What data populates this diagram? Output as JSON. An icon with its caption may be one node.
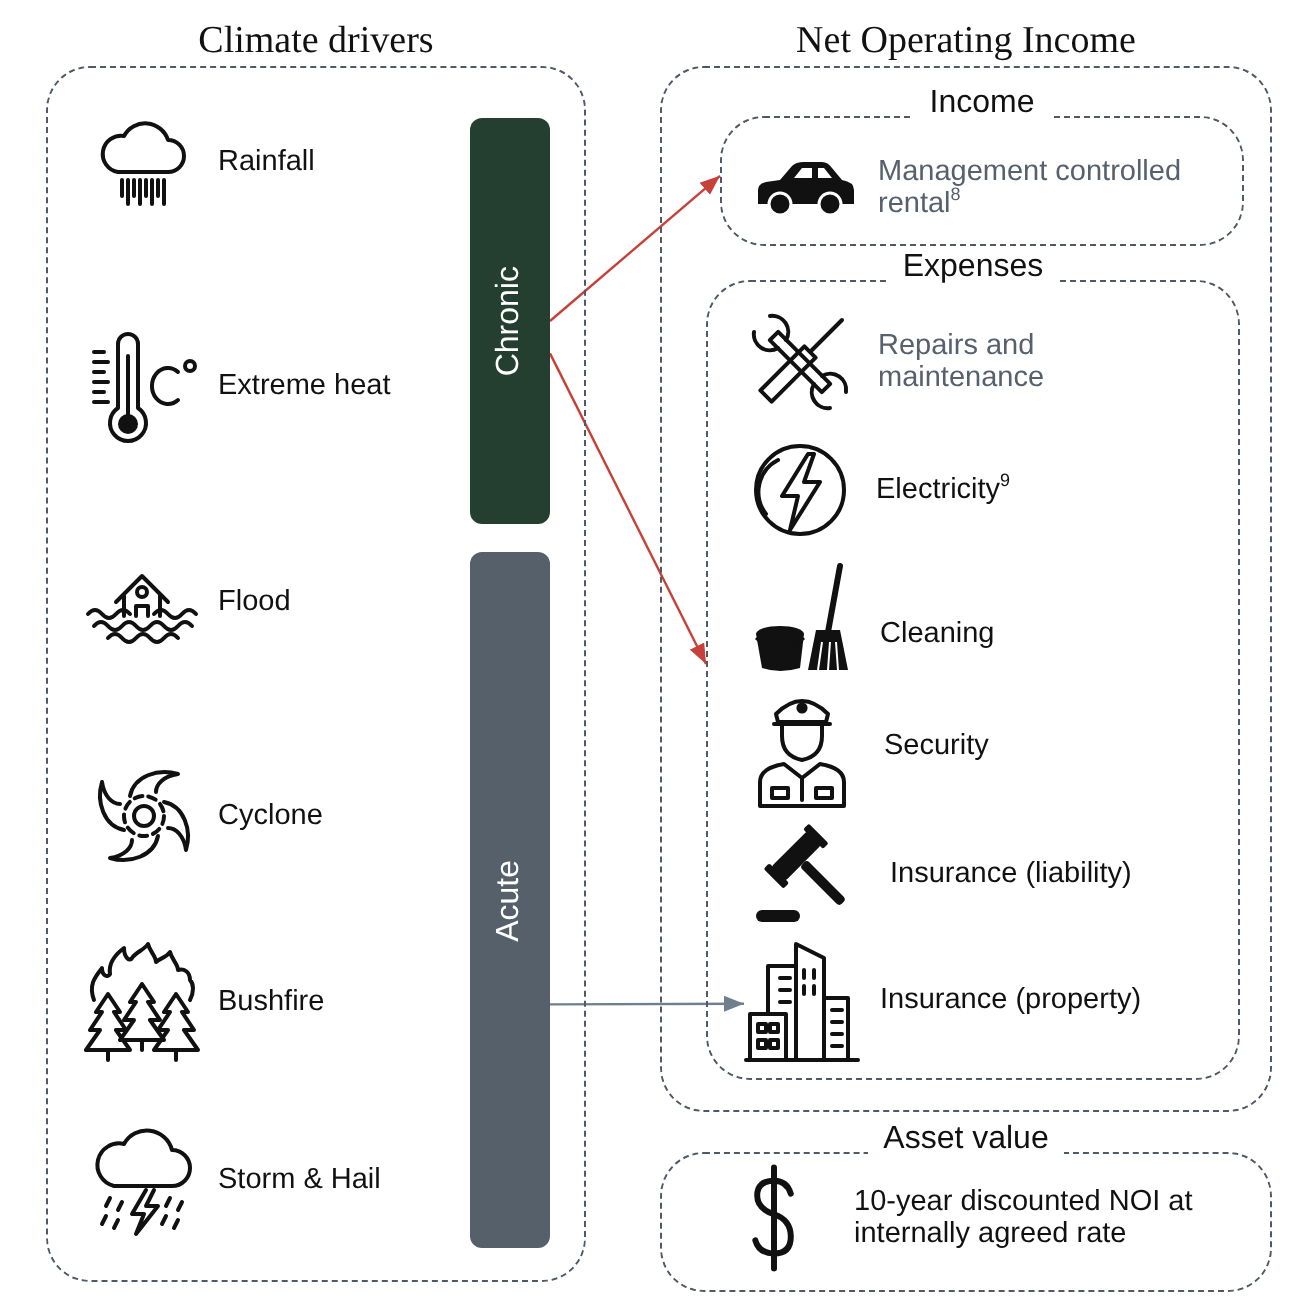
{
  "diagram": {
    "nodes": [
      {
        "text": [
          "Climate drivers"
        ]
      },
      {
        "text": [
          "Rainfall"
        ],
        "in": 0
      },
      {
        "text": [
          "Extreme heat"
        ],
        "in": 0
      },
      {
        "text": [
          "Flood"
        ],
        "in": 0
      },
      {
        "text": [
          "Cyclone"
        ],
        "in": 0
      },
      {
        "text": [
          "Bushfire"
        ],
        "in": 0
      },
      {
        "text": [
          "Storm & Hail"
        ],
        "in": 0
      },
      {
        "text": [
          "Chronic"
        ],
        "in": 0
      },
      {
        "text": [
          "Acute"
        ],
        "in": 0
      },
      {
        "text": [
          "Net Operating Income"
        ]
      },
      {
        "text": [
          "Income"
        ],
        "in": 9
      },
      {
        "text": [
          "Management controlled rental$^{8}$"
        ],
        "in": 10
      },
      {
        "text": [
          "Expenses"
        ],
        "in": 9
      },
      {
        "text": [
          "Repairs and maintenance"
        ],
        "in": 12
      },
      {
        "text": [
          "Electricity$^{9}$"
        ],
        "in": 12
      },
      {
        "text": [
          "Cleaning"
        ],
        "in": 12
      },
      {
        "text": [
          "Security"
        ],
        "in": 12
      },
      {
        "text": [
          "Insurance (liability)"
        ],
        "in": 12
      },
      {
        "text": [
          "Insurance (property)"
        ],
        "in": 12
      },
      {
        "text": [
          "Asset value"
        ]
      },
      {
        "text": [
          "10-year discounted NOI at internally agreed rate"
        ],
        "in": 19
      }
    ],
    "edges": [
      {
        "from": 7,
        "to": 10,
        "arrow": "to"
      },
      {
        "from": 7,
        "to": 12,
        "arrow": "to"
      },
      {
        "from": 8,
        "to": 18,
        "arrow": "to",
        "color": "#6f7f8e"
      }
    ]
  }
}
